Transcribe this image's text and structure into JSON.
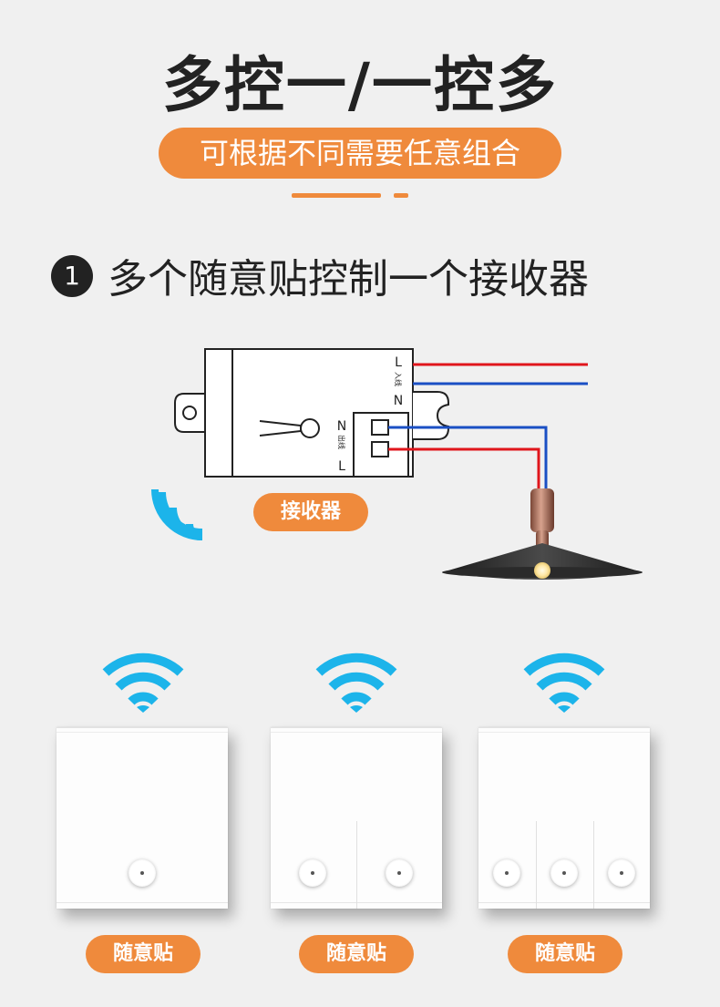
{
  "header": {
    "title": "多控一/一控多",
    "subtitle": "可根据不同需要任意组合"
  },
  "step": {
    "number": "1",
    "text": "多个随意贴控制一个接收器"
  },
  "receiver": {
    "label": "接收器",
    "terminal_in_L": "L",
    "terminal_in_N": "N",
    "terminal_in_text": "入线",
    "terminal_out_N": "N",
    "terminal_out_L": "L",
    "terminal_out_text": "出线"
  },
  "switches": [
    {
      "label": "随意贴",
      "gangs": 1
    },
    {
      "label": "随意贴",
      "gangs": 2
    },
    {
      "label": "随意贴",
      "gangs": 3
    }
  ],
  "colors": {
    "accent": "#ef8a3c",
    "wifi": "#1cb4ea",
    "wire_live": "#e0161c",
    "wire_neutral": "#1a4fc4"
  }
}
